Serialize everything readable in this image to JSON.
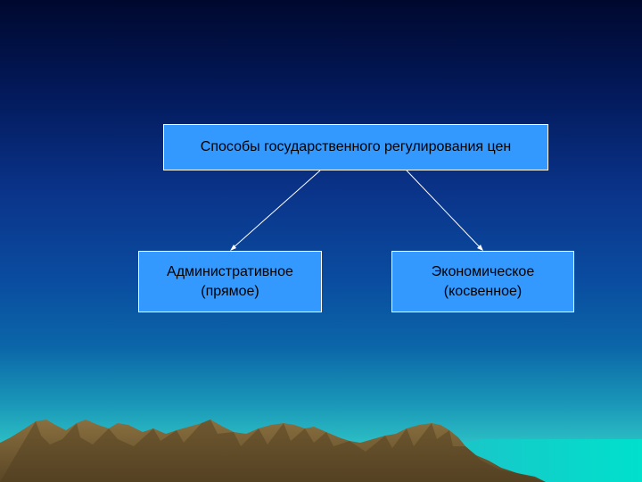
{
  "diagram": {
    "top_box": {
      "label": "Способы государственного регулирования цен"
    },
    "left_box": {
      "line1": "Административное",
      "line2": "(прямое)"
    },
    "right_box": {
      "line1": "Экономическое",
      "line2": "(косвенное)"
    }
  },
  "colors": {
    "box_fill": "#3399ff",
    "box_border": "#ffffff",
    "arrow": "#ffffff",
    "mountains": "#6e5a32",
    "sea": "#00d8cc"
  }
}
